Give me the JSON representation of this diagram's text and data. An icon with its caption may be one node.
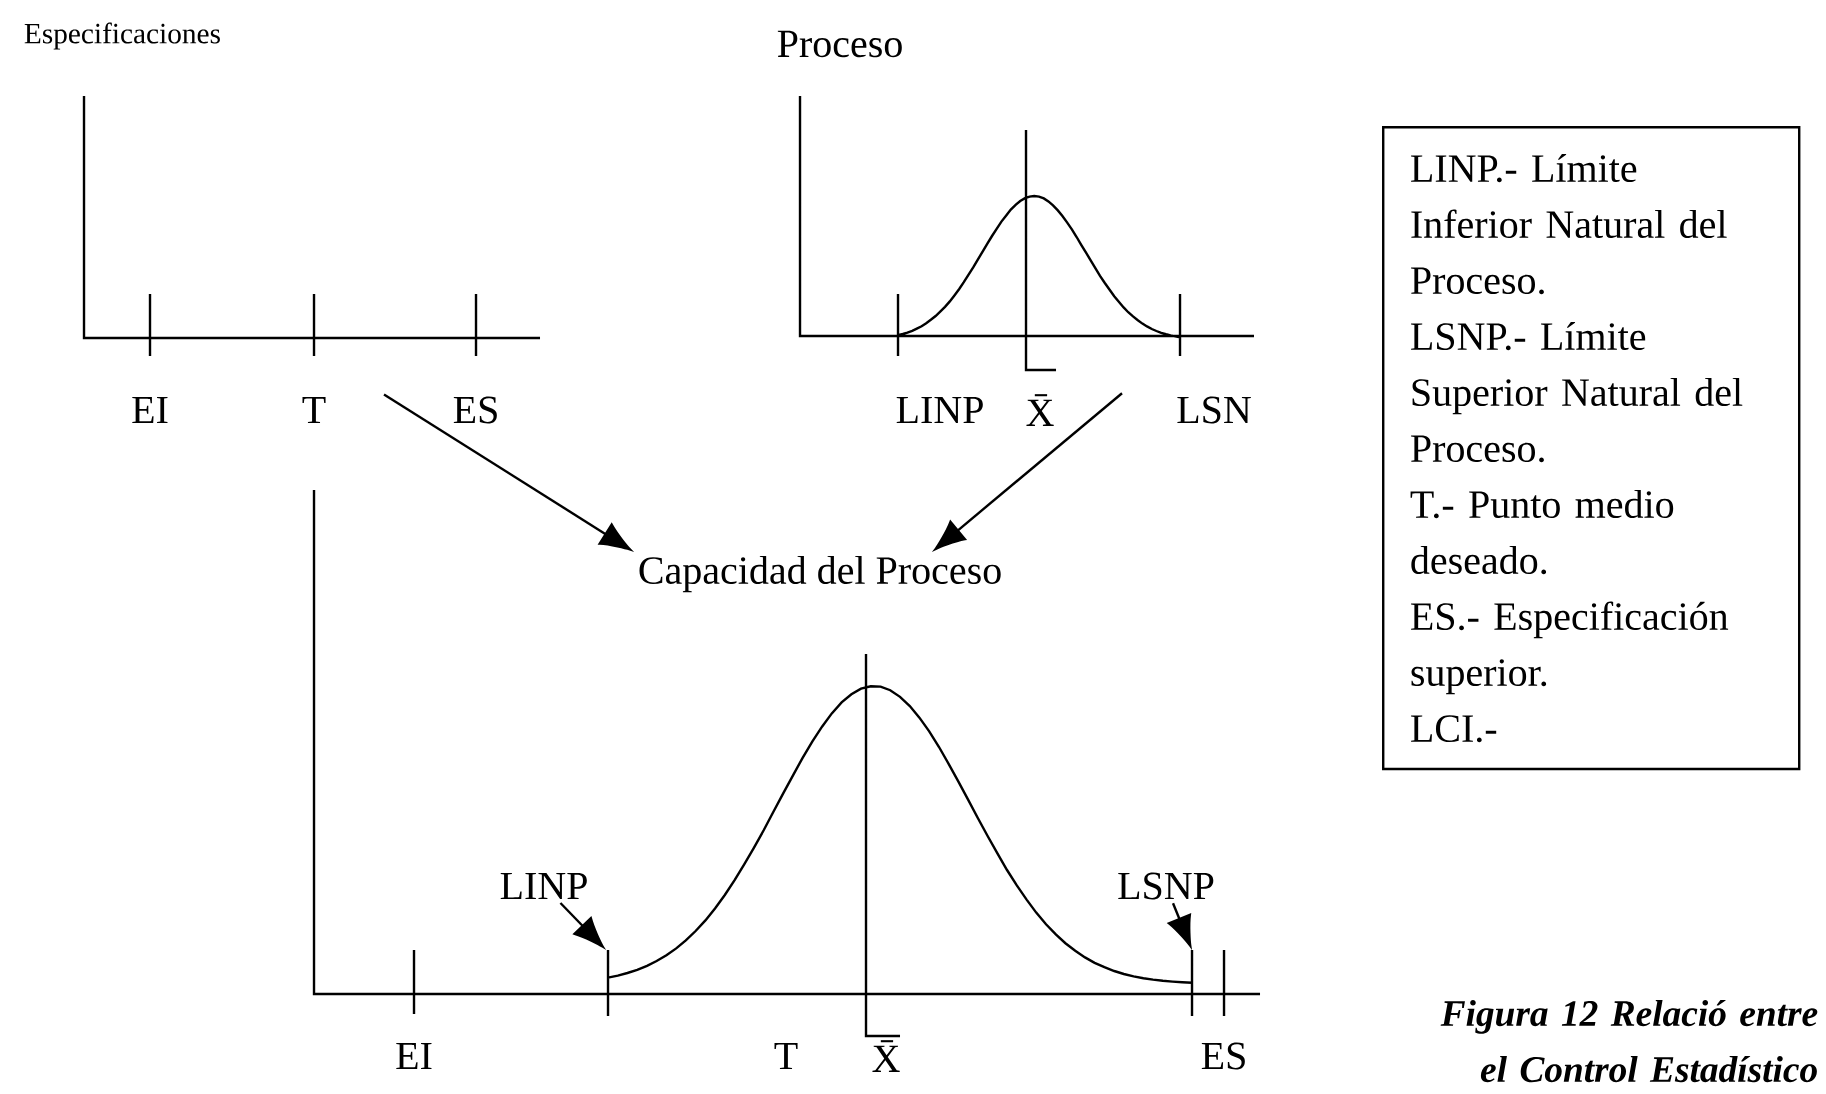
{
  "diagram": {
    "caption": "Figura 12 Relació entre el Control Estadístico",
    "nodes": [
      {
        "text": [],
        "shape": "picture"
      },
      {
        "text": [],
        "shape": "picture"
      },
      {
        "text": [
          "Capacidad del Proceso"
        ]
      },
      {
        "text": [
          "LINP"
        ]
      },
      {
        "text": [
          "LSNP"
        ]
      },
      {
        "text": [
          "LINP.- Límite Inferior Natural del Proceso.",
          "LSNP.- Límite Superior Natural del Proceso.",
          "T.- Punto medio deseado.",
          "ES.- Especificación superior.",
          "LCI.-"
        ]
      }
    ],
    "edges": [
      {
        "from": 0,
        "to": 2,
        "arrow": "to"
      },
      {
        "from": 1,
        "to": 2,
        "arrow": "to"
      },
      {
        "from": 3,
        "to": null,
        "arrow": "to"
      },
      {
        "from": 4,
        "to": null,
        "arrow": "to"
      }
    ],
    "labels": [
      "Especificaciones",
      "Proceso",
      "EI",
      "T",
      "ES",
      "LINP",
      "X̄",
      "LSN",
      "EI",
      "T",
      "X̄",
      "ES"
    ]
  }
}
